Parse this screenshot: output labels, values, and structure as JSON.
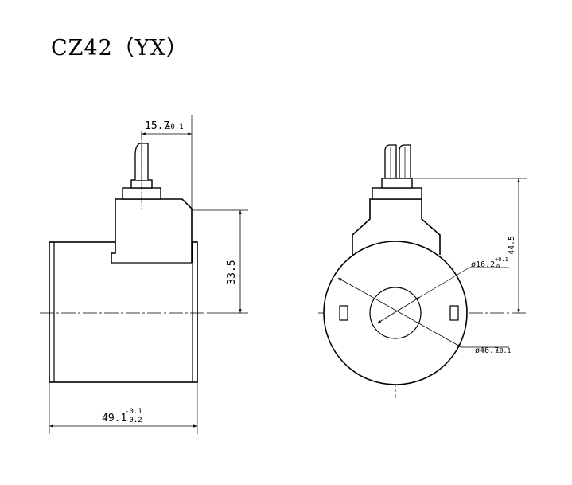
{
  "title": "CZ42（YX）",
  "dims": {
    "top_offset": "15.7",
    "top_offset_tol": "±0.1",
    "height": "33.5",
    "width": "49.1",
    "width_tol_upper": "-0.1",
    "width_tol_lower": "-0.2",
    "total_height": "44.5",
    "inner_dia": "ø16.2",
    "inner_dia_tol_upper": "+0.1",
    "inner_dia_tol_lower": "0",
    "outer_dia": "ø46.7",
    "outer_dia_tol": "±0.1"
  }
}
